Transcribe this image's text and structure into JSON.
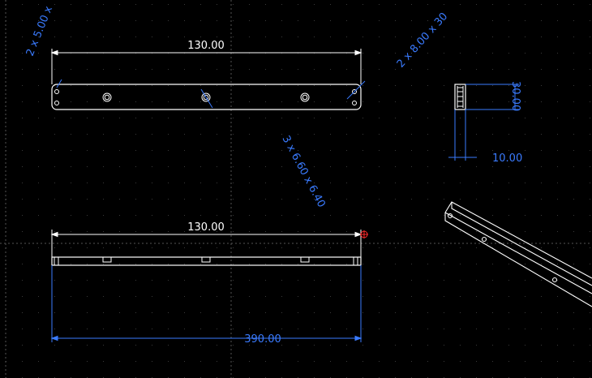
{
  "colors": {
    "background": "#000000",
    "geometry": "#ffffff",
    "dimension_white": "#ffffff",
    "dimension_blue": "#3a7bff",
    "grid_dots": "#3a3a3a",
    "crosshair": "#555555",
    "origin_marker": "#ff2a2a"
  },
  "dimensions": {
    "top_width": "130.00",
    "front_width": "130.00",
    "overall_width": "390.00",
    "side_width": "10.00",
    "side_height": "30.00"
  },
  "notes": {
    "hole_small": "2 x 5.00 x",
    "hole_corner": "2 x 8.00 x 30",
    "hole_center": "3 x 6.60 x 6.40"
  },
  "icons": {
    "origin": "origin-marker-icon"
  }
}
